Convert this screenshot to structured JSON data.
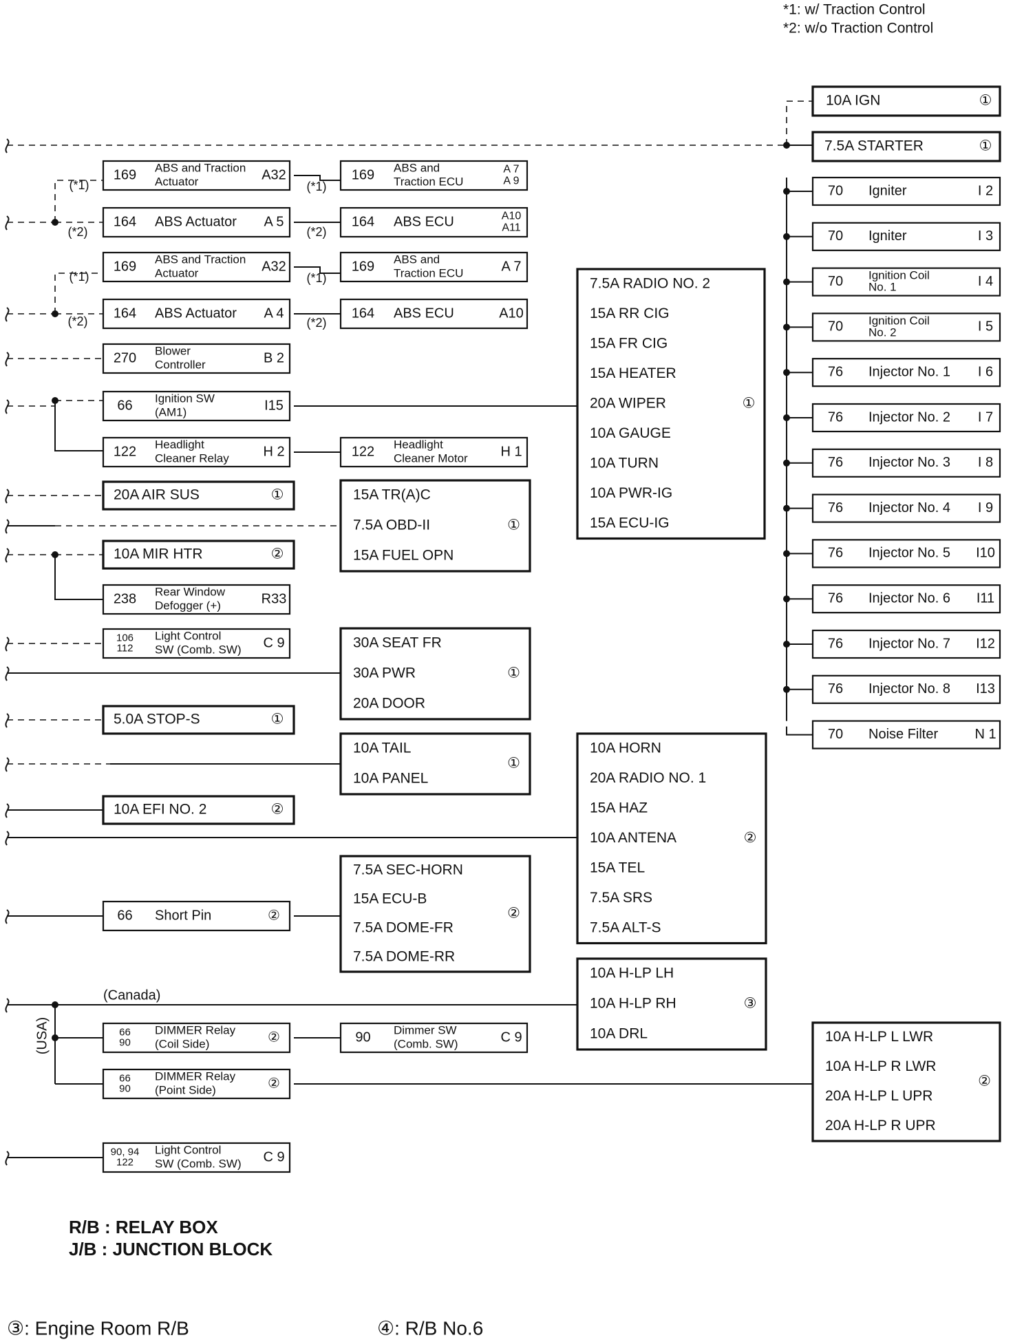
{
  "notes": [
    "*1: w/ Traction Control",
    "*2: w/o Traction Control"
  ],
  "marks": {
    "c1": "①",
    "c2": "②",
    "c3": "③",
    "s1": "(*1)",
    "s2": "(*2)",
    "canada": "(Canada)",
    "usa": "(USA)"
  },
  "left_components": [
    {
      "num": "169",
      "name": [
        "ABS and Traction",
        "Actuator"
      ],
      "pin": [
        "A32"
      ]
    },
    {
      "num": "164",
      "name": [
        "ABS Actuator"
      ],
      "pin": [
        "A 5"
      ]
    },
    {
      "num": "169",
      "name": [
        "ABS and Traction",
        "Actuator"
      ],
      "pin": [
        "A32"
      ]
    },
    {
      "num": "164",
      "name": [
        "ABS Actuator"
      ],
      "pin": [
        "A 4"
      ]
    },
    {
      "num": "270",
      "name": [
        "Blower",
        "Controller"
      ],
      "pin": [
        "B 2"
      ]
    },
    {
      "num": "66",
      "name": [
        "Ignition SW",
        "(AM1)"
      ],
      "pin": [
        "I15"
      ]
    },
    {
      "num": "122",
      "name": [
        "Headlight",
        "Cleaner Relay"
      ],
      "pin": [
        "H 2"
      ]
    },
    {
      "num": "238",
      "name": [
        "Rear Window",
        "Defogger (+)"
      ],
      "pin": [
        "R33"
      ]
    },
    {
      "num": [
        "106",
        "112"
      ],
      "name": [
        "Light Control",
        "SW (Comb. SW)"
      ],
      "pin": [
        "C 9"
      ]
    },
    {
      "num": "66",
      "name": [
        "Short Pin"
      ],
      "pin": [
        "②"
      ]
    },
    {
      "num": [
        "66",
        "90"
      ],
      "name": [
        "DIMMER Relay",
        "(Coil Side)"
      ],
      "pin": [
        "②"
      ]
    },
    {
      "num": [
        "66",
        "90"
      ],
      "name": [
        "DIMMER Relay",
        "(Point Side)"
      ],
      "pin": [
        "②"
      ]
    },
    {
      "num": [
        "90, 94",
        "122"
      ],
      "name": [
        "Light Control",
        "SW (Comb. SW)"
      ],
      "pin": [
        "C 9"
      ]
    }
  ],
  "middle_components": [
    {
      "num": "169",
      "name": [
        "ABS and",
        "Traction ECU"
      ],
      "pin": [
        "A 7",
        "A 9"
      ]
    },
    {
      "num": "164",
      "name": [
        "ABS ECU"
      ],
      "pin": [
        "A10",
        "A11"
      ]
    },
    {
      "num": "169",
      "name": [
        "ABS and",
        "Traction ECU"
      ],
      "pin": [
        "A 7"
      ]
    },
    {
      "num": "164",
      "name": [
        "ABS ECU"
      ],
      "pin": [
        "A10"
      ]
    },
    {
      "num": "122",
      "name": [
        "Headlight",
        "Cleaner Motor"
      ],
      "pin": [
        "H 1"
      ]
    },
    {
      "num": "90",
      "name": [
        "Dimmer SW",
        "(Comb. SW)"
      ],
      "pin": [
        "C 9"
      ]
    }
  ],
  "left_fuses": [
    {
      "label": "20A AIR SUS",
      "mark": "①"
    },
    {
      "label": "10A MIR HTR",
      "mark": "②"
    },
    {
      "label": "5.0A STOP-S",
      "mark": "①"
    },
    {
      "label": "10A EFI NO. 2",
      "mark": "②"
    }
  ],
  "fuse_groups": [
    {
      "labels": [
        "15A TR(A)C",
        "7.5A OBD-II",
        "15A FUEL OPN"
      ],
      "mark": "①"
    },
    {
      "labels": [
        "30A SEAT FR",
        "30A PWR",
        "20A DOOR"
      ],
      "mark": "①"
    },
    {
      "labels": [
        "10A TAIL",
        "10A PANEL"
      ],
      "mark": "①"
    },
    {
      "labels": [
        "7.5A SEC-HORN",
        "15A ECU-B",
        "7.5A DOME-FR",
        "7.5A DOME-RR"
      ],
      "mark": "②"
    },
    {
      "labels": [
        "7.5A RADIO NO. 2",
        "15A RR CIG",
        "15A FR CIG",
        "15A HEATER",
        "20A WIPER",
        "10A GAUGE",
        "10A TURN",
        "10A PWR-IG",
        "15A ECU-IG"
      ],
      "mark": "①"
    },
    {
      "labels": [
        "10A HORN",
        "20A RADIO NO. 1",
        "15A HAZ",
        "10A ANTENA",
        "15A TEL",
        "7.5A SRS",
        "7.5A ALT-S"
      ],
      "mark": "②"
    },
    {
      "labels": [
        "10A H-LP LH",
        "10A H-LP RH",
        "10A DRL"
      ],
      "mark": "③"
    },
    {
      "labels": [
        "10A H-LP L LWR",
        "10A H-LP R LWR",
        "20A H-LP L UPR",
        "20A H-LP R UPR"
      ],
      "mark": "②"
    }
  ],
  "right_fuses": [
    {
      "label": "10A IGN",
      "mark": "①"
    },
    {
      "label": "7.5A STARTER",
      "mark": "①"
    }
  ],
  "right_components": [
    {
      "num": "70",
      "name": "Igniter",
      "pin": "I 2"
    },
    {
      "num": "70",
      "name": "Igniter",
      "pin": "I 3"
    },
    {
      "num": "70",
      "name": [
        "Ignition Coil",
        "No. 1"
      ],
      "pin": "I 4"
    },
    {
      "num": "70",
      "name": [
        "Ignition Coil",
        "No. 2"
      ],
      "pin": "I 5"
    },
    {
      "num": "76",
      "name": "Injector No. 1",
      "pin": "I 6"
    },
    {
      "num": "76",
      "name": "Injector No. 2",
      "pin": "I 7"
    },
    {
      "num": "76",
      "name": "Injector No. 3",
      "pin": "I 8"
    },
    {
      "num": "76",
      "name": "Injector No. 4",
      "pin": "I 9"
    },
    {
      "num": "76",
      "name": "Injector No. 5",
      "pin": "I10"
    },
    {
      "num": "76",
      "name": "Injector No. 6",
      "pin": "I11"
    },
    {
      "num": "76",
      "name": "Injector No. 7",
      "pin": "I12"
    },
    {
      "num": "76",
      "name": "Injector No. 8",
      "pin": "I13"
    },
    {
      "num": "70",
      "name": "Noise Filter",
      "pin": "N 1"
    }
  ],
  "legend": [
    "R/B : RELAY BOX",
    "J/B :  JUNCTION BLOCK"
  ],
  "footer": [
    "③: Engine Room R/B",
    "④: R/B No.6"
  ]
}
